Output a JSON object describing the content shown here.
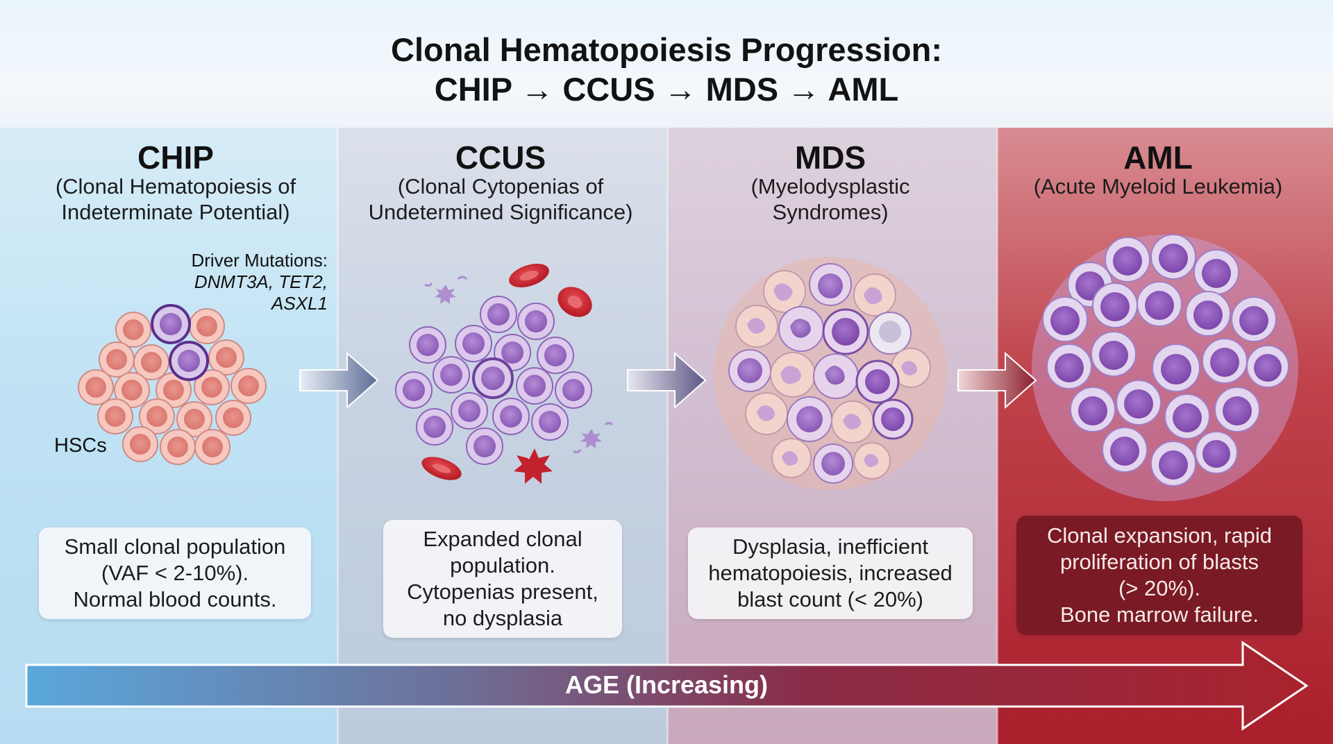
{
  "title": {
    "line1": "Clonal Hematopoiesis Progression:",
    "line2": "CHIP → CCUS → MDS → AML"
  },
  "stages": [
    {
      "name": "CHIP",
      "subtitle_lines": [
        "(Clonal Hematopoiesis of",
        "Indeterminate Potential)"
      ],
      "description_lines": [
        "Small clonal population",
        "(VAF < 2-10%).",
        "Normal blood counts."
      ]
    },
    {
      "name": "CCUS",
      "subtitle_lines": [
        "(Clonal Cytopenias of",
        "Undetermined Significance)"
      ],
      "description_lines": [
        "Expanded clonal",
        "population.",
        "Cytopenias present,",
        "no dysplasia"
      ]
    },
    {
      "name": "MDS",
      "subtitle_lines": [
        "(Myelodysplastic",
        "Syndromes)"
      ],
      "description_lines": [
        "Dysplasia, inefficient",
        "hematopoiesis, increased",
        "blast count (< 20%)"
      ]
    },
    {
      "name": "AML",
      "subtitle_lines": [
        "(Acute Myeloid Leukemia)"
      ],
      "description_lines": [
        "Clonal expansion, rapid",
        "proliferation of blasts",
        "(> 20%).",
        "Bone marrow failure."
      ]
    }
  ],
  "driver_mutations": {
    "label": "Driver Mutations:",
    "genes_line1": "DNMT3A, TET2,",
    "genes_line2": "ASXL1"
  },
  "hsc_label": "HSCs",
  "age_arrow_label": "AGE (Increasing)",
  "colors": {
    "chip_cell": "#f0b0a6",
    "mutant_cell": "#9a74c0",
    "clone_cell": "#a57cc9",
    "rbc": "#c8232c",
    "blast": "#8f5bb8",
    "aml_panel": "#b0232f"
  }
}
